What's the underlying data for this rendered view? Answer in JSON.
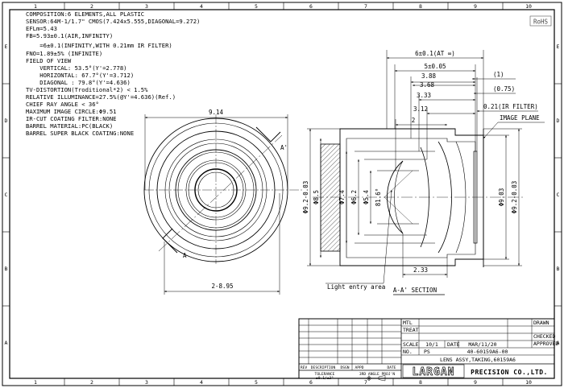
{
  "spec_lines": [
    "COMPOSITION:6 ELEMENTS,ALL PLASTIC",
    "SENSOR:64M-1/1.7\" CMOS(7.424x5.555,DIAGONAL=9.272)",
    "EFLm=5.43",
    "FB=5.93±0.1(AIR,INFINITY)",
    "    =6±0.1(INFINITY,WITH 0.21mm IR FILTER)",
    "FNO=1.89±5% (INFINITE)",
    "FIELD OF VIEW",
    "    VERTICAL: 53.5°(Y'=2.778)",
    "    HORIZONTAL: 67.7°(Y'=3.712)",
    "    DIAGONAL : 79.8°(Y'=4.636)",
    "TV-DISTORTION(Troditional*2) < 1.5%",
    "RELATIVE ILLUMINANCE=27.5%(@Y'=4.636)(Ref.)",
    "CHIEF RAY ANGLE < 36°",
    "MAXIMUM IMAGE CIRCLE:Φ9.51",
    "IR-CUT COATING FILTER:NONE",
    "BARREL MATERIAL:PC(BLACK)",
    "BARREL SUPER BLACK COATING:NONE"
  ],
  "rohs": "RoHS",
  "zones": {
    "cols": [
      "1",
      "2",
      "3",
      "4",
      "5",
      "6",
      "7",
      "8",
      "9",
      "10"
    ],
    "rows": [
      "E",
      "D",
      "C",
      "B",
      "A"
    ]
  },
  "front_view": {
    "width_dim": "9.14",
    "bottom_dim": "2-8.95",
    "section_mark_top": "A'",
    "section_mark_bottom": "A"
  },
  "section_view": {
    "dims_top": [
      "6±0.1(AT ∞)",
      "5±0.05",
      "3.88",
      "3.68",
      "3.33",
      "3.12",
      "2"
    ],
    "dims_right": [
      "(1)",
      "(0.75)",
      "0.21(IR FILTER)"
    ],
    "image_plane": "IMAGE PLANE",
    "dia_left": [
      "Φ9.2-0.03",
      "Φ8.5",
      "Φ7.4",
      "Φ6.2",
      "Φ5.4"
    ],
    "dia_right": [
      "Φ9.03",
      "Φ9.2-0.03"
    ],
    "angle": "81.6°",
    "bottom_dim": "2.33",
    "light_entry": "Light entry area",
    "section_title": "A-A' SECTION"
  },
  "title_block": {
    "mtl_label": "MTL",
    "treat_label": "TREAT",
    "scale_label": "SCALE",
    "scale_value": "10/1",
    "date_label": "DATE",
    "date_value": "MAR/11/20",
    "no_label": "NO.",
    "no_value": "PS",
    "part_number": "40-60159A6-00",
    "description": "LENS ASSY,TAKING,60159A6",
    "drawn": "DRAWN",
    "checked": "CHECKED",
    "approved": "APPROVED",
    "rev": "REV",
    "desc_label": "DESCRIPTION",
    "dsgn": "DSGN",
    "appd": "APPD",
    "date_col": "DATE",
    "tolerance_label": "TOLERANCE",
    "tolerance_value": "±0.1/±3°",
    "projection_label": "3RD ANGLE PROJ'N",
    "company_logo": "LARGAN",
    "company_name": "PRECISION CO.,LTD."
  }
}
